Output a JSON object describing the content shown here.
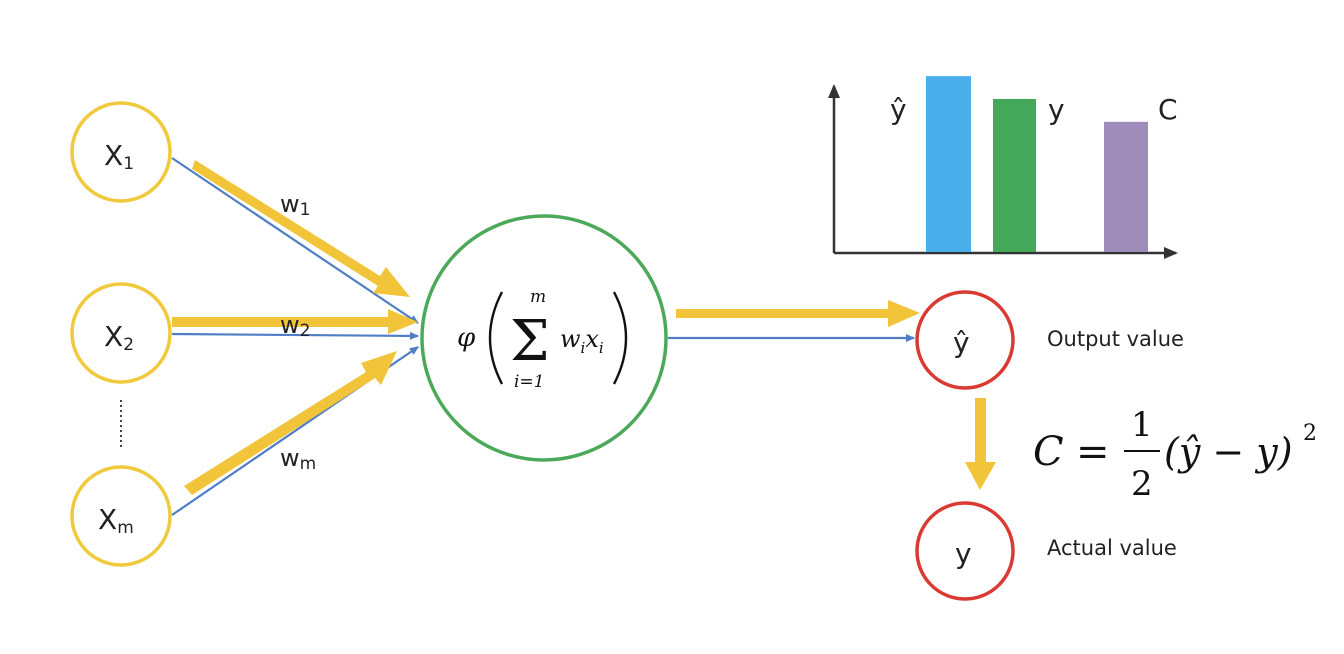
{
  "inputs": [
    {
      "base": "X",
      "sub": "1",
      "weight_base": "w",
      "weight_sub": "1"
    },
    {
      "base": "X",
      "sub": "2",
      "weight_base": "w",
      "weight_sub": "2"
    },
    {
      "base": "X",
      "sub": "m",
      "weight_base": "w",
      "weight_sub": "m"
    }
  ],
  "neuron": {
    "phi": "φ",
    "sum_upper": "m",
    "sum_lower": "i=1",
    "sigma": "Σ",
    "term_w": "w",
    "term_w_sub": "i",
    "term_x": "x",
    "term_x_sub": "i"
  },
  "output": {
    "symbol": "ŷ",
    "label": "Output value"
  },
  "actual": {
    "symbol": "y",
    "label": "Actual value"
  },
  "cost": {
    "lhs": "C",
    "eq": "=",
    "num": "1",
    "den": "2",
    "body": "(ŷ − y)",
    "exp": "2"
  },
  "chart_data": {
    "type": "bar",
    "categories": [
      "ŷ",
      "y",
      "C"
    ],
    "values": [
      1.0,
      0.87,
      0.74
    ],
    "ylim": [
      0,
      1.12
    ],
    "colors": [
      "#4aaeea",
      "#44a85a",
      "#9e8dbb"
    ],
    "axes": "arrows, no ticks"
  },
  "colors": {
    "input_circle": "#f0c93d",
    "neuron_circle": "#4ca95a",
    "output_circle": "#d93a33",
    "signal_arrow": "#f2c43a",
    "connection_line": "#4f7ec4"
  }
}
